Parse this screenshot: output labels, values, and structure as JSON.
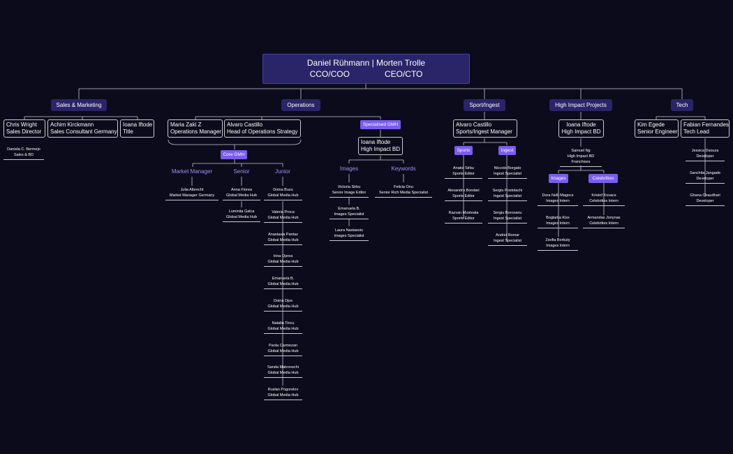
{
  "root": {
    "names": "Daniel Rühmann | Morten Trolle",
    "title_left": "CCO/COO",
    "title_right": "CEO/CTO"
  },
  "departments": {
    "sales": "Sales & Marketing",
    "operations": "Operations",
    "sport": "Sport/Ingest",
    "high_impact": "High Impact Projects",
    "tech": "Tech"
  },
  "sales": {
    "chris": {
      "name": "Chris Wright",
      "title": "Sales Director"
    },
    "achim": {
      "name": "Achim Kirckmann",
      "title": "Sales Consultant Germany"
    },
    "ioana": {
      "name": "Ioana Iftode",
      "title": "Title"
    },
    "daniela": {
      "name": "Daniela C. Bermejo",
      "title": "Sales & BD"
    }
  },
  "operations": {
    "maria": {
      "name": "Maria Zaki Z",
      "title": "Operations Manager"
    },
    "alvaro": {
      "name": "Alvaro Castillo",
      "title": "Head of Operations Strategy"
    },
    "core_gmh": "Core GMH",
    "market_manager": "Market Manager",
    "senior": "Senior",
    "junior": "Junior",
    "julia": {
      "name": "Julia Albrecht",
      "title": "Market Manager Germany"
    },
    "senior_people": [
      {
        "name": "Anna Florea",
        "title": "Global Media Hub"
      },
      {
        "name": "Luminita Galca",
        "title": "Global Media Hub"
      }
    ],
    "junior_people": [
      {
        "name": "Doina Buzu",
        "title": "Global Media Hub"
      },
      {
        "name": "Valeria Proca",
        "title": "Global Media Hub"
      },
      {
        "name": "Anastasia Pantaz",
        "title": "Global Media Hub"
      },
      {
        "name": "Irina Oprea",
        "title": "Global Media Hub"
      },
      {
        "name": "Emanuela B.",
        "title": "Global Media Hub"
      },
      {
        "name": "Doina Djos",
        "title": "Global Media Hub"
      },
      {
        "name": "Natalia Tincu",
        "title": "Global Media Hub"
      },
      {
        "name": "Paola Carmezan",
        "title": "Global Media Hub"
      },
      {
        "name": "Sanda Matcovschi",
        "title": "Global Media Hub"
      },
      {
        "name": "Ruslan Pogorelov",
        "title": "Global Media Hub"
      }
    ],
    "specialised": "Specialised GMH",
    "ioana_hi": {
      "name": "Ioana Iftode",
      "title": "High Impact BD"
    },
    "images": "Images",
    "keywords": "Keywords",
    "images_people": [
      {
        "name": "Victoria Sirbu",
        "title": "Senior Image Editor"
      },
      {
        "name": "Emanuela B.",
        "title": "Images Specialist"
      },
      {
        "name": "Laura Nastasoiu",
        "title": "Images Specialist"
      }
    ],
    "felicia": {
      "name": "Felicia Onu",
      "title": "Senior Rich Media Specialist"
    }
  },
  "sport": {
    "alvaro": {
      "name": "Alvaro Castillo",
      "title": "Sports/Ingest Manager"
    },
    "sports": "Sports",
    "ingest": "Ingest",
    "sports_people": [
      {
        "name": "Anatol Sirbu",
        "title": "Sports Editor"
      },
      {
        "name": "Alexandru Bondari",
        "title": "Sports Editor"
      },
      {
        "name": "Razvan Musteata",
        "title": "Sports Editor"
      }
    ],
    "ingest_people": [
      {
        "name": "Niccolo Borgato",
        "title": "Ingest Specialist"
      },
      {
        "name": "Sergiu Postolachi",
        "title": "Ingest Specialist"
      },
      {
        "name": "Sergiu Borceanu",
        "title": "Ingest Specialist"
      },
      {
        "name": "Andrei Romar",
        "title": "Ingest Specialist"
      }
    ]
  },
  "high_impact": {
    "ioana": {
      "name": "Ioana Iftode",
      "title": "High Impact BD"
    },
    "samuel": {
      "name": "Samuel Ng",
      "title": "High Impact BD",
      "title2": "Franchises"
    },
    "images": "Images",
    "celebrities": "Celebrities",
    "images_people": [
      {
        "name": "Dora Nelli Magocs",
        "title": "Images Intern"
      },
      {
        "name": "Boglarka Kiss",
        "title": "Images Intern"
      },
      {
        "name": "Zsofia Borkuty",
        "title": "Images Intern"
      }
    ],
    "celeb_people": [
      {
        "name": "Kristof Kovacs",
        "title": "Celebrities Intern"
      },
      {
        "name": "Armandas Jonynas",
        "title": "Celebrities Intern"
      }
    ]
  },
  "tech": {
    "kim": {
      "name": "Kim Egede",
      "title": "Senior Engineer"
    },
    "fabian": {
      "name": "Fabian Fernandes",
      "title": "Tech Lead"
    },
    "people": [
      {
        "name": "Jessica Dsouza",
        "title": "Developer"
      },
      {
        "name": "Sanchita Jangade",
        "title": "Developer"
      },
      {
        "name": "Ghana Chaudhari",
        "title": "Developer"
      }
    ]
  }
}
